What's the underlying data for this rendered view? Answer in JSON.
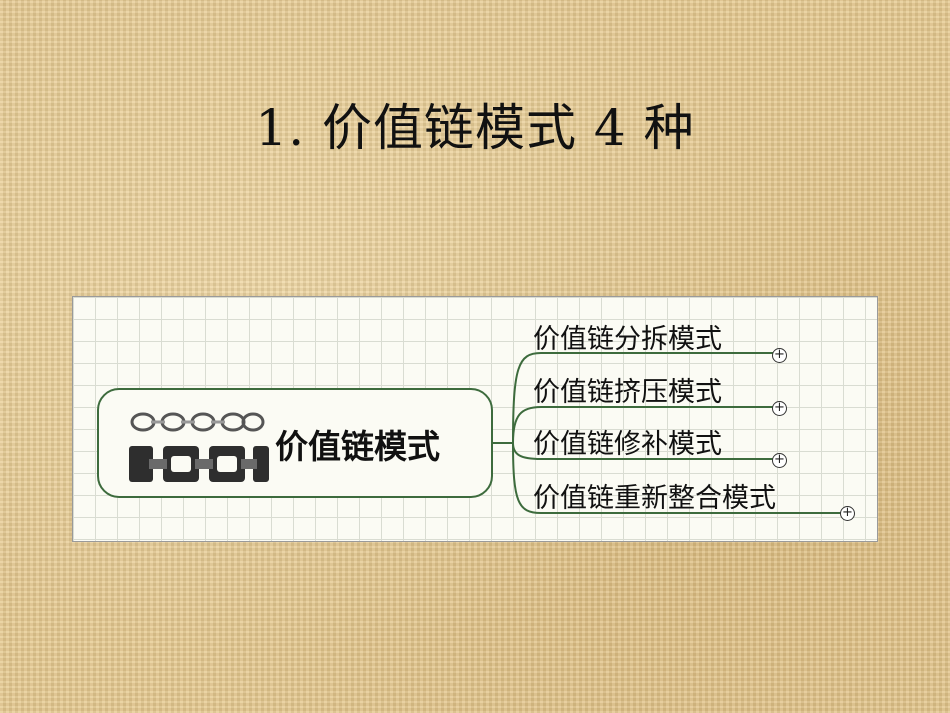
{
  "slide": {
    "title": "1. 价值链模式 4 种"
  },
  "mindmap": {
    "root": {
      "label": "价值链模式",
      "icon": "chain-links-image"
    },
    "branches": [
      {
        "label": "价值链分拆模式",
        "expand_symbol": "+"
      },
      {
        "label": "价值链挤压模式",
        "expand_symbol": "+"
      },
      {
        "label": "价值链修补模式",
        "expand_symbol": "+"
      },
      {
        "label": "价值链重新整合模式",
        "expand_symbol": "+"
      }
    ],
    "colors": {
      "line": "#3d6b3d",
      "grid": "#d9dcd2",
      "canvas": "#fbfbf4"
    }
  }
}
